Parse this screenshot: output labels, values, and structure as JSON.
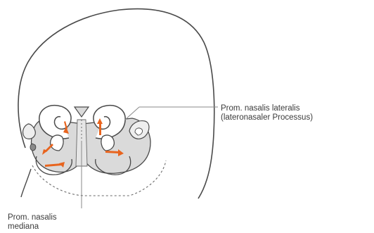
{
  "labels": {
    "lateral": {
      "line1": "Prom. nasalis lateralis",
      "line2": "(lateronasaler Processus)"
    },
    "mediana": {
      "line1": "Prom. nasalis",
      "line2": "mediana"
    }
  },
  "colors": {
    "outline": "#4a4a4a",
    "tissue_fill": "#dadada",
    "pit_fill": "#ffffff",
    "arrow": "#e8641e",
    "leader": "#8a8a8a",
    "label_text": "#3a3a3a"
  }
}
